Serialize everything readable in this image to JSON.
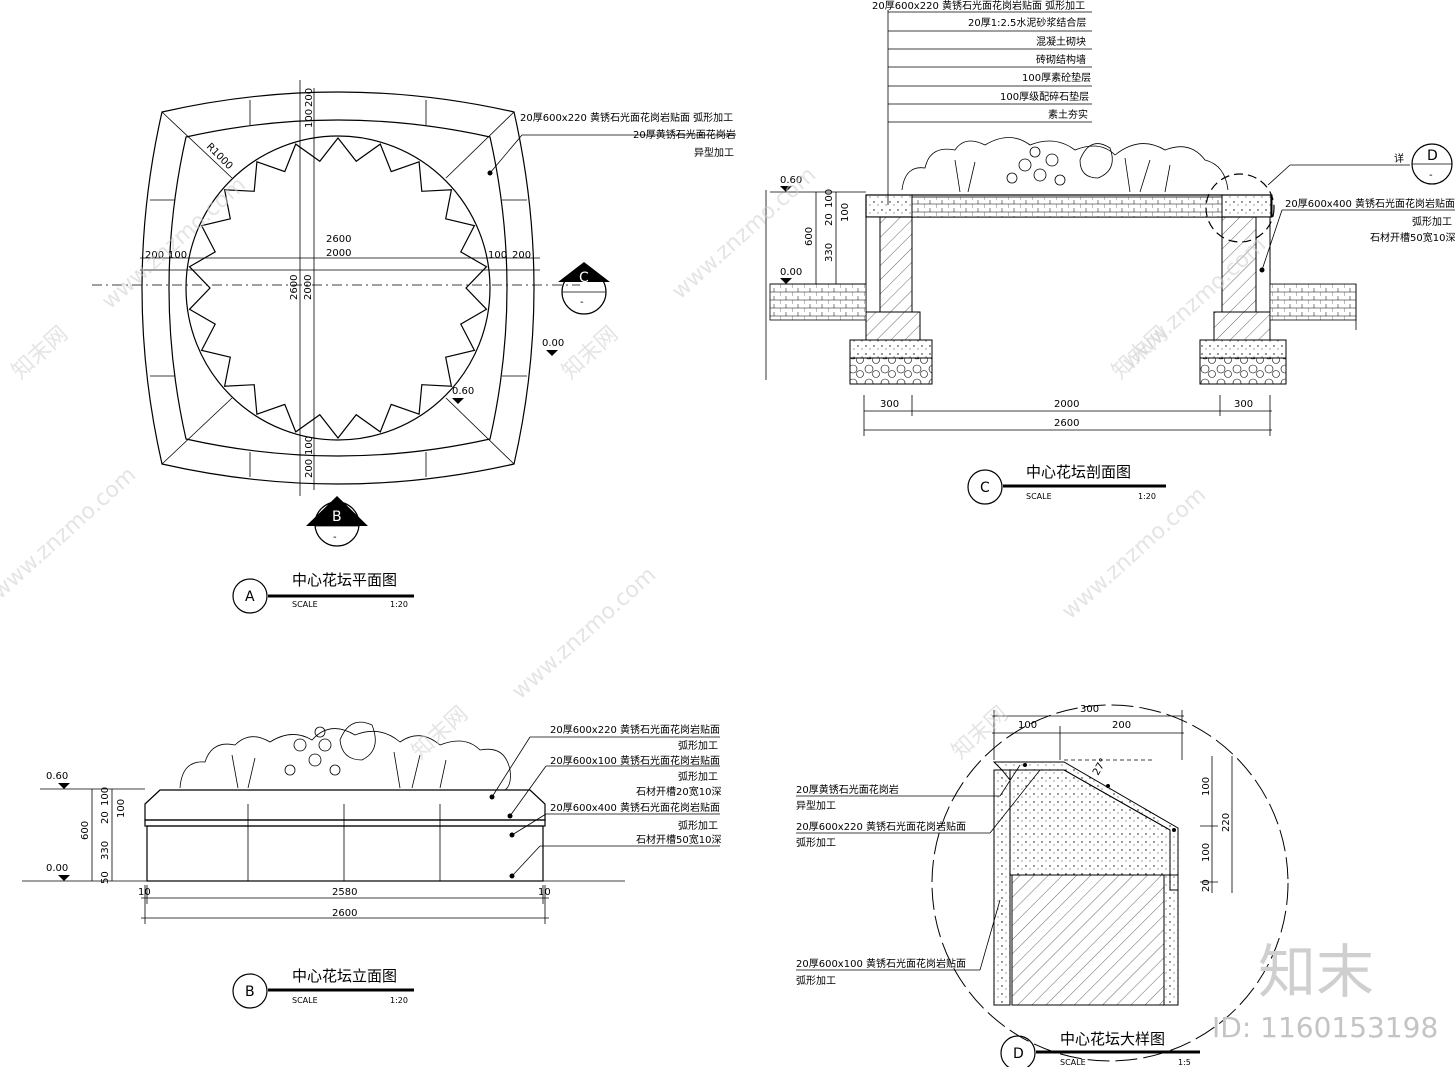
{
  "plan": {
    "dims": {
      "top200": "200",
      "top100": "100",
      "bot100": "100",
      "bot200": "200",
      "w2600": "2600",
      "w2000": "2000",
      "left200": "200",
      "left100": "100",
      "right100": "100",
      "right200": "200",
      "v2600": "2600",
      "v2000": "2000",
      "radius": "R1000",
      "level000": "0.00",
      "level060": "0.60"
    },
    "notes": [
      "20厚600x220 黄锈石光面花岗岩贴面 弧形加工",
      "20厚黄锈石光面花岗岩",
      "异型加工"
    ],
    "cut_c": "C",
    "cut_c_sub": "-",
    "cut_b": "B",
    "cut_b_sub": "-",
    "title": {
      "letter": "A",
      "name": "中心花坛平面图",
      "scale_label": "SCALE",
      "scale": "1:20"
    }
  },
  "section": {
    "notes": [
      "20厚600x220 黄锈石光面花岗岩贴面 弧形加工",
      "20厚1:2.5水泥砂浆结合层",
      "混凝土砌块",
      "砖砌结构墙",
      "100厚素砼垫层",
      "100厚级配碎石垫层",
      "素土夯实"
    ],
    "right_notes": [
      "20厚600x400 黄锈石光面花岗岩贴面",
      "弧形加工",
      "石材开槽50宽10深"
    ],
    "detail_label": "详",
    "detail_letter": "D",
    "detail_sub": "-",
    "dims": {
      "l060": "0.60",
      "l000": "0.00",
      "h600": "600",
      "h100": "100",
      "h20": "20",
      "h100b": "100",
      "h330": "330",
      "b300a": "300",
      "b2000": "2000",
      "b300b": "300",
      "b2600": "2600"
    },
    "title": {
      "letter": "C",
      "name": "中心花坛剖面图",
      "scale_label": "SCALE",
      "scale": "1:20"
    }
  },
  "elevation": {
    "notes": [
      "20厚600x220 黄锈石光面花岗岩贴面",
      "弧形加工",
      "20厚600x100 黄锈石光面花岗岩贴面",
      "弧形加工",
      "石材开槽20宽10深",
      "20厚600x400 黄锈石光面花岗岩贴面",
      "弧形加工",
      "石材开槽50宽10深"
    ],
    "dims": {
      "l060": "0.60",
      "l000": "0.00",
      "h600": "600",
      "h100": "100",
      "h20": "20",
      "h100b": "100",
      "h330": "330",
      "h50": "50",
      "w10a": "10",
      "w2580": "2580",
      "w10b": "10",
      "w2600": "2600"
    },
    "title": {
      "letter": "B",
      "name": "中心花坛立面图",
      "scale_label": "SCALE",
      "scale": "1:20"
    }
  },
  "detail": {
    "notes_left": [
      "20厚黄锈石光面花岗岩",
      "异型加工",
      "20厚600x220 黄锈石光面花岗岩贴面",
      "弧形加工"
    ],
    "notes_bottom": [
      "20厚600x100 黄锈石光面花岗岩贴面",
      "弧形加工"
    ],
    "dims": {
      "w300": "300",
      "w100": "100",
      "w200": "200",
      "angle": "27°",
      "h100a": "100",
      "h220": "220",
      "h100b": "100",
      "h20": "20"
    },
    "title": {
      "letter": "D",
      "name": "中心花坛大样图",
      "scale_label": "SCALE",
      "scale": "1:5"
    }
  },
  "watermark": {
    "site": "www.znzmo.com",
    "brand": "知末网",
    "logo": "知末",
    "id": "ID: 1160153198"
  }
}
